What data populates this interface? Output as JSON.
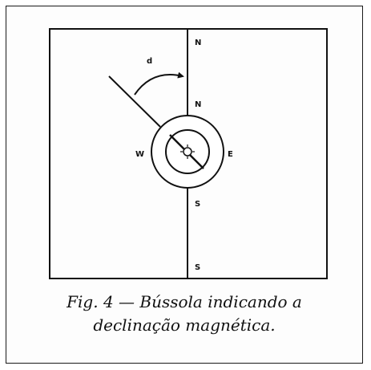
{
  "diagram": {
    "labels": {
      "north_top": "N",
      "north_inner": "N",
      "west": "W",
      "east": "E",
      "south_inner": "S",
      "south_bottom": "S",
      "declination": "d"
    }
  },
  "caption": {
    "line1": "Fig. 4 — Bússola indicando a",
    "line2": "declinação magnética."
  }
}
